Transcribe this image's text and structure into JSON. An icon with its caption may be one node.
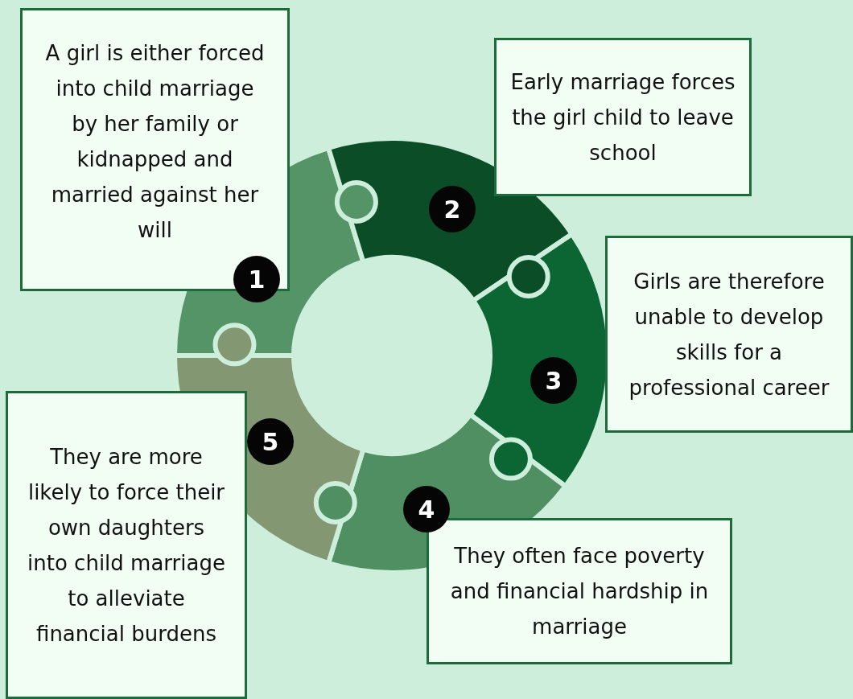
{
  "diagram": {
    "nodes": [
      {
        "text": [
          "A girl is either forced into child marriage by her family or kidnapped and married against her will"
        ]
      },
      {
        "text": [
          "1"
        ]
      },
      {
        "text": [
          "Early marriage forces the girl child to leave school"
        ]
      },
      {
        "text": [
          "2"
        ]
      },
      {
        "text": [
          "Girls are therefore unable to develop skills for a professional career"
        ]
      },
      {
        "text": [
          "3"
        ]
      },
      {
        "text": [
          "They often face poverty and financial hardship in marriage"
        ]
      },
      {
        "text": [
          "4"
        ]
      },
      {
        "text": [
          "They are more likely to force their own daughters into child marriage to alleviate financial burdens"
        ]
      },
      {
        "text": [
          "5"
        ]
      }
    ],
    "edges": []
  }
}
